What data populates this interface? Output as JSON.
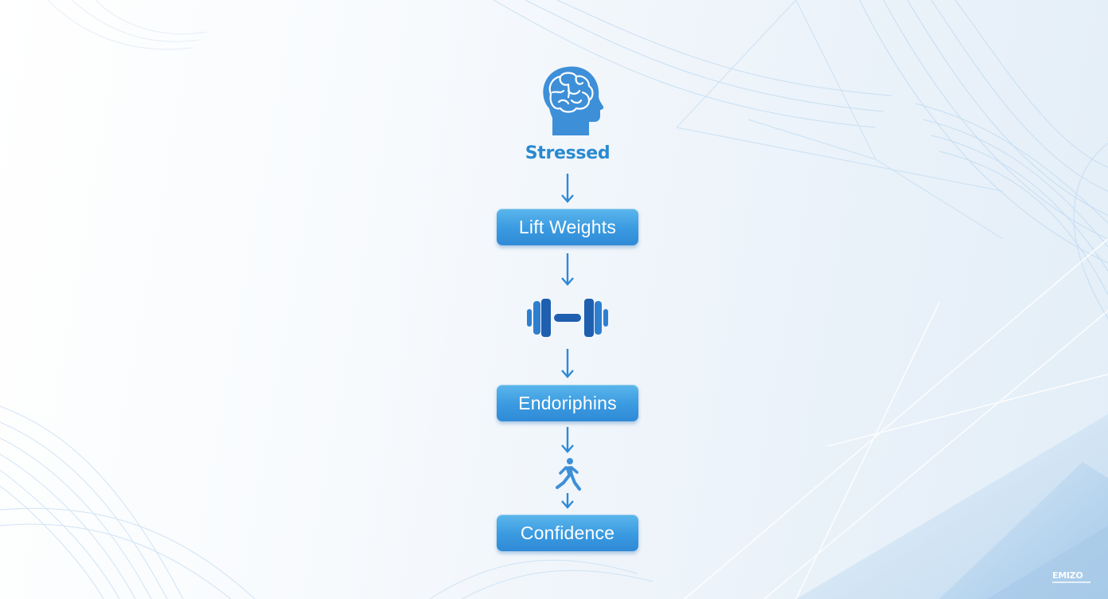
{
  "colors": {
    "accent": "#2f8ad6",
    "accent_light": "#5cb6ec",
    "icon_blue": "#3d8fd8",
    "icon_dark_blue": "#1f5fb0",
    "text_blue": "#2a8ad0"
  },
  "flow": {
    "steps": [
      {
        "kind": "icon",
        "icon": "brain-head-icon"
      },
      {
        "kind": "text",
        "label": "Stressed"
      },
      {
        "kind": "box",
        "label": "Lift Weights"
      },
      {
        "kind": "icon",
        "icon": "dumbbell-icon"
      },
      {
        "kind": "box",
        "label": "Endoriphins"
      },
      {
        "kind": "icon",
        "icon": "running-person-icon"
      },
      {
        "kind": "box",
        "label": "Confidence"
      }
    ]
  },
  "watermark": {
    "text": "EMIZO"
  }
}
